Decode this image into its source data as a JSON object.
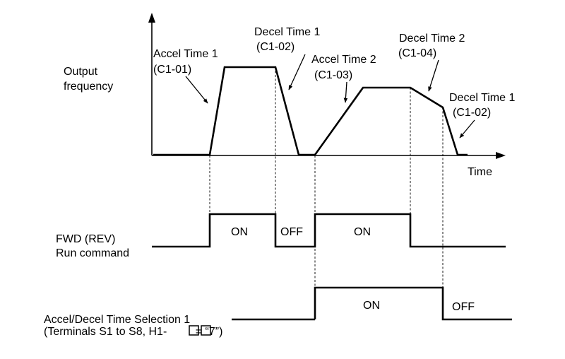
{
  "output_label": [
    "Output",
    "frequency"
  ],
  "time_label": "Time",
  "annotations": {
    "accel1": [
      "Accel Time 1",
      "(C1-01)"
    ],
    "decel1_first": [
      "Decel Time 1",
      "(C1-02)"
    ],
    "accel2": [
      "Accel Time 2",
      "(C1-03)"
    ],
    "decel2": [
      "Decel Time 2",
      "(C1-04)"
    ],
    "decel1_last": [
      "Decel Time 1",
      "(C1-02)"
    ]
  },
  "run_label": [
    "FWD (REV)",
    "Run command"
  ],
  "run_states": [
    "ON",
    "OFF",
    "ON"
  ],
  "sel_label": [
    "Accel/Decel Time Selection 1",
    "(Terminals S1 to S8, H1-",
    " = “7”)"
  ],
  "sel_states": [
    "ON",
    "OFF"
  ]
}
